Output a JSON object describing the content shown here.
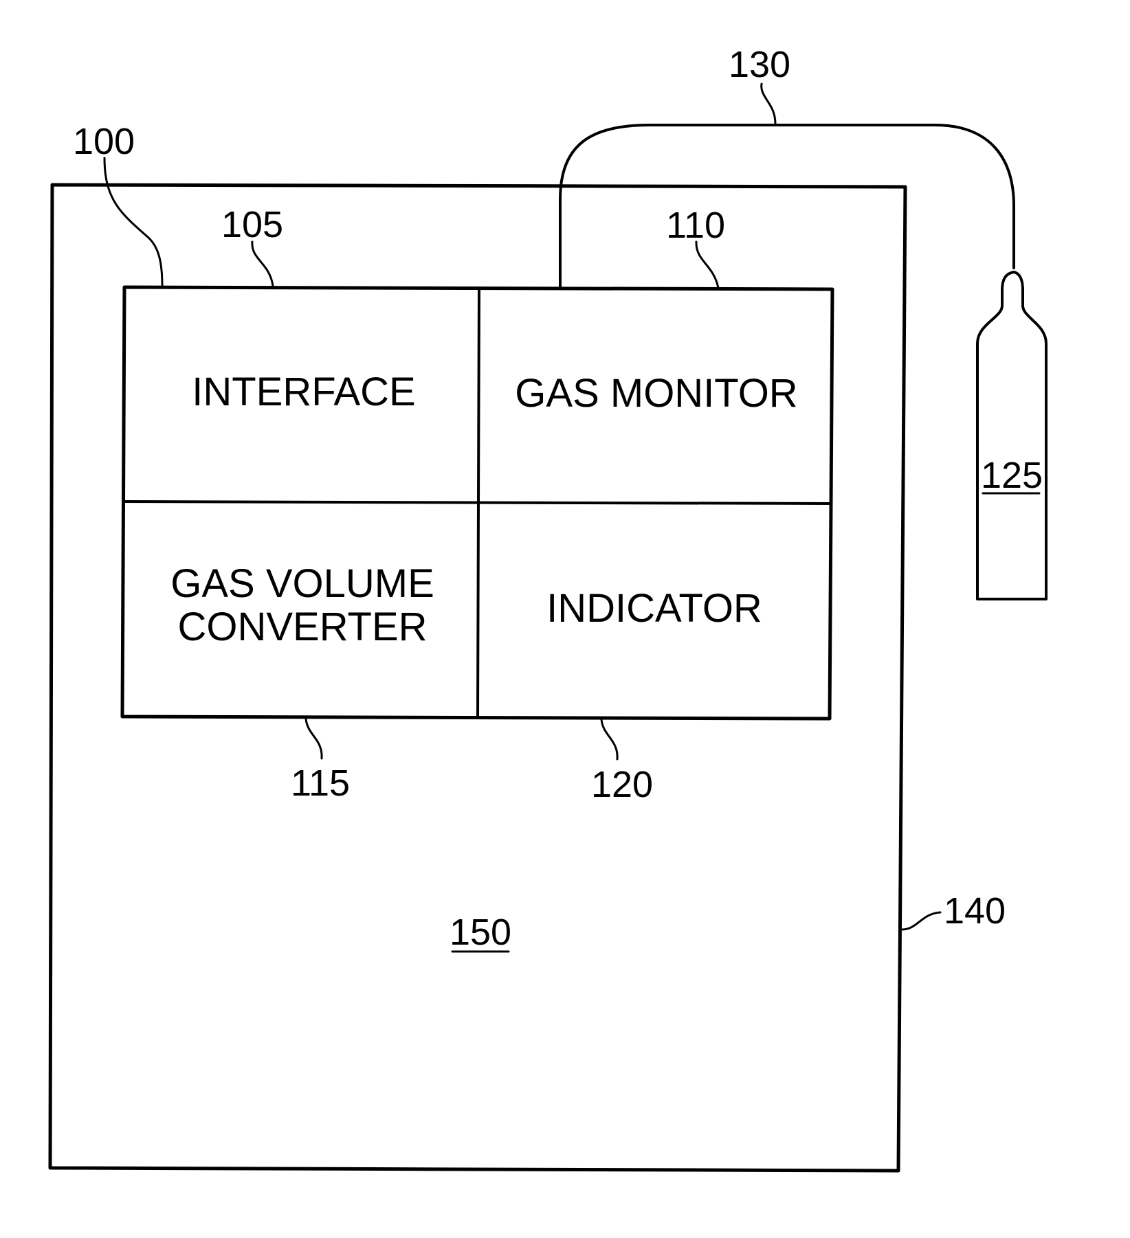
{
  "blocks": {
    "interface": "INTERFACE",
    "gas_monitor": "GAS MONITOR",
    "gas_volume_converter_line1": "GAS VOLUME",
    "gas_volume_converter_line2": "CONVERTER",
    "indicator": "INDICATOR"
  },
  "refs": {
    "device": "100",
    "interface": "105",
    "gas_monitor": "110",
    "converter": "115",
    "indicator": "120",
    "gas_cylinder": "125",
    "tube": "130",
    "housing": "140",
    "housing_interior": "150"
  }
}
